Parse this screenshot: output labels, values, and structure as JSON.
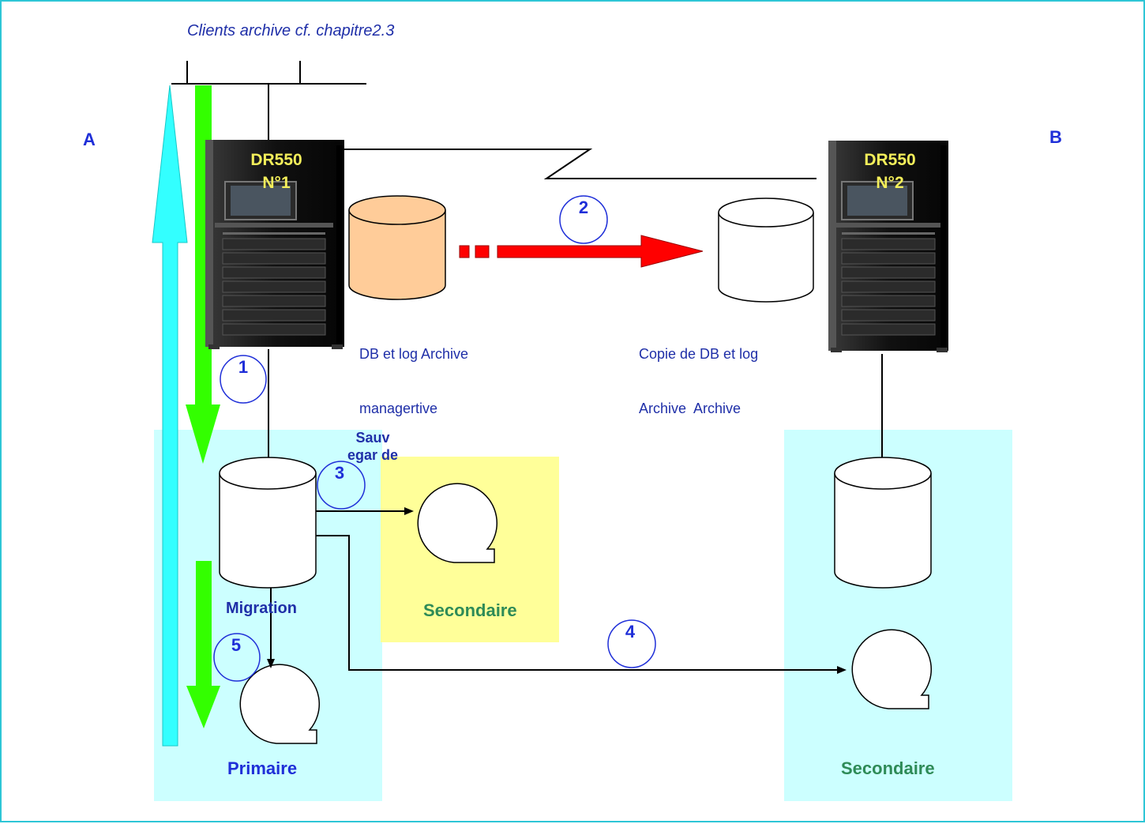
{
  "title": "Clients archive cf. chapitre2.3",
  "site_a": "A",
  "site_b": "B",
  "server1": {
    "line1": "DR550",
    "line2": "N°1"
  },
  "server2": {
    "line1": "DR550",
    "line2": "N°2"
  },
  "db_label": {
    "line1": "DB et log Archive",
    "line2": "managertive"
  },
  "copy_label": {
    "line1": "Copie de DB et log",
    "line2": "Archive  Archive"
  },
  "steps": [
    "1",
    "2",
    "3",
    "4",
    "5"
  ],
  "sauvegarde": "Sauv egar de",
  "migration": "Migration",
  "secondaire_mid": "Secondaire",
  "secondaire_right": "Secondaire",
  "primaire": "Primaire",
  "colors": {
    "cyan_zone": "#ccffff",
    "yellow_zone": "#ffff99",
    "green_arrow": "#33ff00",
    "cyan_arrow": "#33ffff",
    "red_arrow": "#ff0000",
    "orange_db": "#ffcc99",
    "label_blue": "#1f2fa8",
    "secondary_green": "#2e8b57"
  }
}
